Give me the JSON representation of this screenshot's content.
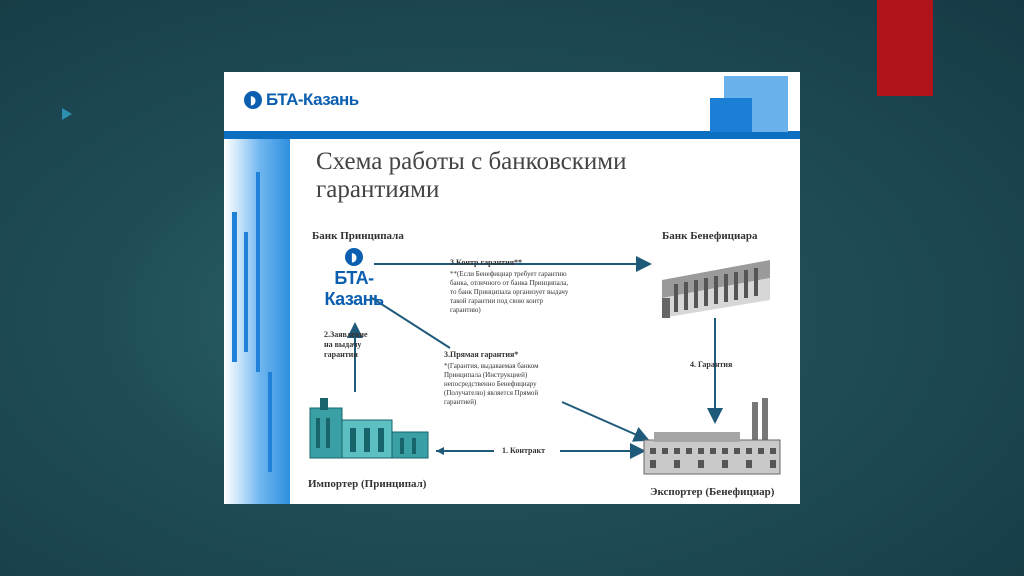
{
  "slide": {
    "logo_text": "БТА-Казань",
    "title_line1": "Схема работы с банковскими",
    "title_line2": "гарантиями"
  },
  "nodes": {
    "principal_bank": "Банк Принципала",
    "beneficiary_bank": "Банк Бенефициара",
    "importer": "Импортер (Принципал)",
    "exporter": "Экспортер (Бенефициар)",
    "bank_logo": "БТА-Казань"
  },
  "edges": {
    "counter_title": "3.Контр гарантия**",
    "counter_note": "**(Если Бенефициар требует гарантию банка, отличного от банка Принципала, то банк Принципала организует выдачу такой гарантии под свою контр гарантию)",
    "direct_title": "3.Прямая гарантия*",
    "direct_note": "*(Гарантия, выдаваемая банком Принципала (Инструкцией) непосредственно Бенефициару (Получателю) является Прямой гарантией)",
    "application_line1": "2.Заявление",
    "application_line2": "на выдачу",
    "application_line3": "гарантии",
    "guarantee": "4. Гарантия",
    "contract": "1. Контракт"
  },
  "colors": {
    "accent_red": "#b0141a",
    "arrow": "#1f5a7a",
    "brand_blue": "#0c5fb0"
  }
}
